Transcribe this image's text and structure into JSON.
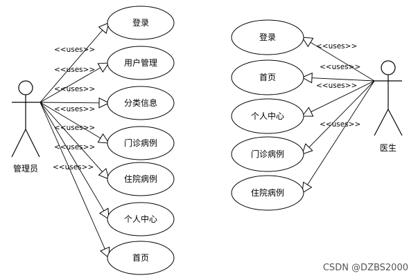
{
  "admin_actor": {
    "name": "管理员"
  },
  "doctor_actor": {
    "name": "医生"
  },
  "admin_use_cases": [
    "登录",
    "用户管理",
    "分类信息",
    "门诊病例",
    "住院病例",
    "个人中心",
    "首页"
  ],
  "doctor_use_cases": [
    "登录",
    "首页",
    "个人中心",
    "门诊病例",
    "住院病例"
  ],
  "stereotype": "<<uses>>",
  "watermark": "CSDN @DZBS2000"
}
